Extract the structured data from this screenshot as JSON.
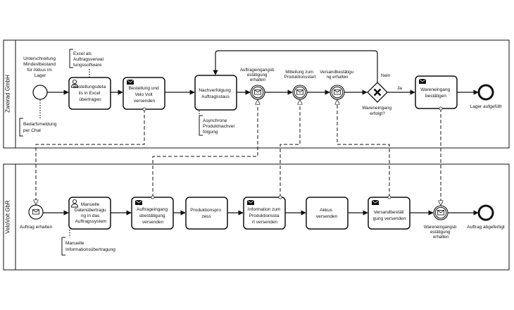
{
  "pools": {
    "top": "Zweirad GmbH",
    "bottom": "VeloVolt GbR"
  },
  "top_lane": {
    "start_label": [
      "Unterschreitung",
      "Mindestbestand",
      "für Akkus im",
      "Lager"
    ],
    "task_bestellung_details": [
      "Bestellungsdeta",
      "ils in Excel",
      "übertragen"
    ],
    "task_bestellung_versenden": [
      "Bestellung und",
      "Velo Volt",
      "versenden"
    ],
    "task_nachverfolgung": [
      "Nachverfolgung",
      "Auftragsstaus"
    ],
    "event_bestaetigung": [
      "Auftrageingangsb",
      "estätigung",
      "erhalten"
    ],
    "event_mitteilung": [
      "Mitteilung zum",
      "Produktionsstart"
    ],
    "event_versand": [
      "Versandbestätigu",
      "ng erhalten"
    ],
    "gateway_label": [
      "Wareneingang",
      "erfolgt?"
    ],
    "gateway_no": "Nein",
    "gateway_yes": "Ja",
    "task_wareneingang": [
      "Wareneingang",
      "bestätigen"
    ],
    "end_label": "Lager aufgefüllt",
    "annotation_excel": [
      "Excel als",
      "Auftragsverwal",
      "tungssoftware"
    ],
    "annotation_chat": [
      "Bedarfsmeldung",
      "per Chat"
    ],
    "annotation_async": [
      "Asynchrone",
      "Produktnachver",
      "folgung"
    ]
  },
  "bottom_lane": {
    "start_label": "Auftrag erhalten",
    "task_manuelle": [
      "Manuelle",
      "Datenübertragu",
      "ng in das",
      "Auftragssystem"
    ],
    "task_auftragseingang": [
      "Auftrageingang",
      "sbestätigung",
      "versenden"
    ],
    "task_produktion": [
      "Produktionspro",
      "zess"
    ],
    "task_information": [
      "Information zum",
      "Produktionssta",
      "rt versenden"
    ],
    "task_akkus": [
      "Akkus",
      "versenden"
    ],
    "task_versand": [
      "Versandbestäti",
      "gung versenden"
    ],
    "event_wareneingang": [
      "Wareneingangsb",
      "estätigung",
      "erhalten"
    ],
    "end_label": "Auftrag abgefertigt",
    "annotation_manual": [
      "Manuelle",
      "Informationsübertragung"
    ]
  },
  "colors": {
    "stroke": "#111111",
    "background": "#ffffff"
  }
}
